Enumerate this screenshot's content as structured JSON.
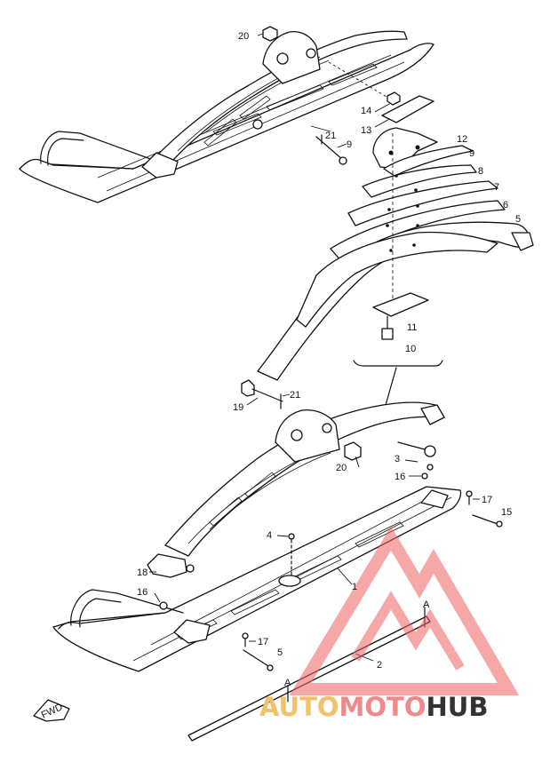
{
  "callouts": [
    "1",
    "2",
    "3",
    "4",
    "5",
    "6",
    "7",
    "8",
    "9",
    "10",
    "11",
    "12",
    "13",
    "14",
    "15",
    "16",
    "17",
    "18",
    "19",
    "20",
    "21"
  ],
  "labels": {
    "l20a": "20",
    "l21a": "21",
    "l9a": "9",
    "l14": "14",
    "l13": "13",
    "l12": "12",
    "l9b": "9",
    "l8": "8",
    "l7": "7",
    "l6": "6",
    "l5a": "5",
    "l11": "11",
    "l10": "10",
    "l19": "19",
    "l21b": "21",
    "l3": "3",
    "l20b": "20",
    "l16a": "16",
    "l17a": "17",
    "l15": "15",
    "l4": "4",
    "l1": "1",
    "l18": "18",
    "l16b": "16",
    "l17b": "17",
    "l5b": "5",
    "l2": "2",
    "fwd": "FWD",
    "markA1": "A",
    "markA2": "A"
  },
  "watermark": {
    "part1": "AUTO",
    "part2": "MOTO",
    "part3": "HUB",
    "color_auto": "#f2c16a",
    "color_moto": "#f08a8a",
    "color_hub": "#333333",
    "logo_color": "#f06060"
  }
}
